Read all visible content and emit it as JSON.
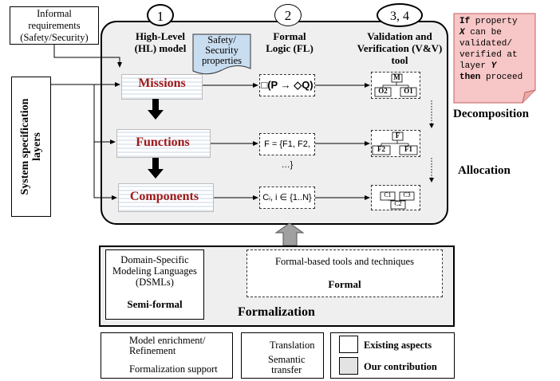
{
  "informal_requirements": {
    "line1": "Informal",
    "line2": "requirements",
    "line3": "(Safety/Security)"
  },
  "steps": {
    "s1": "1",
    "s2": "2",
    "s3": "3, 4"
  },
  "columns": {
    "hl_model": {
      "line1": "High-Level",
      "line2": "(HL) model"
    },
    "formal_logic": {
      "line1": "Formal",
      "line2": "Logic (FL)"
    },
    "vv_tool": {
      "line1": "Validation and",
      "line2": "Verification (V&V)",
      "line3": "tool"
    }
  },
  "safety_security_doc": {
    "line1": "Safety/",
    "line2": "Security",
    "line3": "properties"
  },
  "note": {
    "if_kw": "If",
    "t1": " property",
    "x_var": "X",
    "t2": " can be",
    "t3": "validated/",
    "t4": "verified at",
    "t5": "layer ",
    "y_var": "Y",
    "then_kw": "then",
    "t6": " proceed"
  },
  "side_label": {
    "line1": "System specification",
    "line2": "layers"
  },
  "layers": {
    "missions": "Missions",
    "functions": "Functions",
    "components": "Components"
  },
  "formulas": {
    "missions": "□(P → ◇Q)",
    "functions": "F = {F1, F2, …}",
    "components": "Cᵢ, i ∈ {1..N}"
  },
  "trees": {
    "missions": {
      "root": "M",
      "left": "O2",
      "right": "O1"
    },
    "functions": {
      "root": "F",
      "left": "F2",
      "right": "F1"
    },
    "components": {
      "c1": "C1",
      "c2": "C2",
      "c3": "C3"
    }
  },
  "right_labels": {
    "decomposition": "Decomposition",
    "allocation": "Allocation"
  },
  "formalization": {
    "dsml_line1": "Domain-Specific",
    "dsml_line2": "Modeling Languages",
    "dsml_line3": "(DSMLs)",
    "semi_formal": "Semi-formal",
    "formal_tools": "Formal-based tools and techniques",
    "formal": "Formal",
    "title": "Formalization"
  },
  "legend": {
    "model_enrichment_l1": "Model enrichment/",
    "model_enrichment_l2": "Refinement",
    "formalization_support": "Formalization support",
    "translation": "Translation",
    "semantic_l1": "Semantic",
    "semantic_l2": "transfer",
    "existing": "Existing aspects",
    "our_contribution": "Our contribution"
  },
  "colors": {
    "panel_bg": "#efefef",
    "layer_text": "#a01a1a",
    "note_bg": "#f7c6c6",
    "doc_bg": "#c9ddf0",
    "up_arrow": "#a0a0a0"
  }
}
